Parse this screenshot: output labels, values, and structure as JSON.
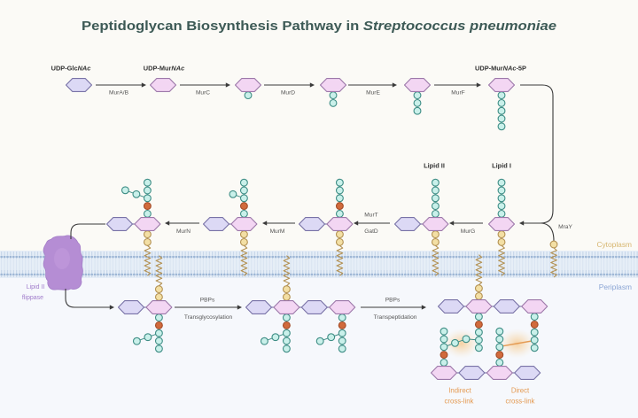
{
  "title": {
    "prefix": "Peptidoglycan Biosynthesis Pathway in ",
    "organism": "Streptococcus pneumoniae"
  },
  "compartments": {
    "cytoplasm": "Cytoplasm",
    "periplasm": "Periplasm"
  },
  "molecules": {
    "udp_glcnac": {
      "prefix": "UDP-Glc",
      "italic": "NAc",
      "suffix": ""
    },
    "udp_murnac": {
      "prefix": "UDP-Mur",
      "italic": "NAc",
      "suffix": ""
    },
    "udp_murnac_5p": {
      "prefix": "UDP-Mur",
      "italic": "NAc",
      "suffix": "-5P"
    },
    "lipid_ii": "Lipid II",
    "lipid_i": "Lipid I"
  },
  "enzymes": {
    "mura_b": "MurA/B",
    "murc": "MurC",
    "murd": "MurD",
    "mure": "MurE",
    "murf": "MurF",
    "mray": "MraY",
    "murg": "MurG",
    "murt": "MurT",
    "gatd": "GatD",
    "murm": "MurM",
    "murn": "MurN",
    "pbps_glycosylation": "PBPs",
    "transglycosylation": "Transglycosylation",
    "pbps_peptidation": "PBPs",
    "transpeptidation": "Transpeptidation"
  },
  "transporter": {
    "line1": "Lipid II",
    "line2": "flippase"
  },
  "crosslinks": {
    "indirect": {
      "line1": "Indirect",
      "line2": "cross-link"
    },
    "direct": {
      "line1": "Direct",
      "line2": "cross-link"
    }
  },
  "colors": {
    "title": "#3d5a56",
    "glcnac_fill": "#dcd9f5",
    "glcnac_stroke": "#7872a6",
    "murnac_fill": "#f3d6f3",
    "murnac_stroke": "#9c78a9",
    "amino_fill": "#c9f0ea",
    "amino_stroke": "#3e8d85",
    "glu_fill": "#d16a3c",
    "glu_stroke": "#a34b27",
    "lipid_fill": "#f3dfa4",
    "lipid_stroke": "#b39152",
    "flippase": "#b58dd4",
    "crosslink": "#e49a52",
    "arrow": "#3a3a3a",
    "cytoplasm_label": "#d7b66f",
    "periplasm_label": "#8ba5d4"
  },
  "structures": [
    {
      "id": "udp-glcnac",
      "strands": [
        {
          "sugars": "G",
          "peptides": []
        }
      ]
    },
    {
      "id": "udp-murnac",
      "strands": [
        {
          "sugars": "M",
          "peptides": []
        }
      ]
    },
    {
      "id": "udp-murnac-1p",
      "strands": [
        {
          "sugars": "M",
          "peptides": [
            {
              "sugar": 0,
              "residues": "a"
            }
          ]
        }
      ]
    },
    {
      "id": "udp-murnac-2p",
      "strands": [
        {
          "sugars": "M",
          "peptides": [
            {
              "sugar": 0,
              "residues": "aa"
            }
          ]
        }
      ]
    },
    {
      "id": "udp-murnac-3p",
      "strands": [
        {
          "sugars": "M",
          "peptides": [
            {
              "sugar": 0,
              "residues": "aaa"
            }
          ]
        }
      ]
    },
    {
      "id": "udp-murnac-5p",
      "strands": [
        {
          "sugars": "M",
          "peptides": [
            {
              "sugar": 0,
              "residues": "aaaaa"
            }
          ]
        }
      ]
    },
    {
      "id": "lipid-i",
      "strands": [
        {
          "sugars": "M",
          "lipid": 0,
          "peptides": [
            {
              "sugar": 0,
              "residues": "aaaaa"
            }
          ]
        }
      ]
    },
    {
      "id": "lipid-ii",
      "strands": [
        {
          "sugars": "GM",
          "lipid": 1,
          "peptides": [
            {
              "sugar": 1,
              "residues": "aaaaa"
            }
          ]
        }
      ]
    },
    {
      "id": "lipid-ii-amidated",
      "strands": [
        {
          "sugars": "GM",
          "lipid": 1,
          "peptides": [
            {
              "sugar": 1,
              "residues": "aqaaa"
            }
          ]
        }
      ]
    },
    {
      "id": "lipid-ii-bridge-1",
      "strands": [
        {
          "sugars": "GM",
          "lipid": 1,
          "peptides": [
            {
              "sugar": 1,
              "residues": "aqaaa",
              "bridge": 1
            }
          ]
        }
      ]
    },
    {
      "id": "lipid-ii-bridge-2",
      "strands": [
        {
          "sugars": "GM",
          "lipid": 1,
          "peptides": [
            {
              "sugar": 1,
              "residues": "aqaaa",
              "bridge": 2
            }
          ]
        }
      ]
    },
    {
      "id": "periplasmic-lipid-ii",
      "strands": [
        {
          "sugars": "GM",
          "lipid": 1,
          "peptides": [
            {
              "sugar": 1,
              "residues": "aqaaa",
              "bridge": 2
            }
          ]
        }
      ]
    },
    {
      "id": "glycan-chain",
      "strands": [
        {
          "sugars": "GMGM",
          "lipid": 1,
          "peptides": [
            {
              "sugar": 1,
              "residues": "aqaaa",
              "bridge": 2
            },
            {
              "sugar": 3,
              "residues": "aqaaa",
              "bridge": 2
            }
          ]
        }
      ]
    },
    {
      "id": "cross-linked-peptidoglycan",
      "strands": [
        {
          "sugars": "GMGM",
          "lipid": 1,
          "peptides": [
            {
              "sugar": 1,
              "residues": "aqaaa"
            },
            {
              "sugar": 3,
              "residues": "aqaaa"
            }
          ]
        },
        {
          "sugars": "MGMG",
          "peptides": [
            {
              "sugar": 0,
              "residues": "aqaaa",
              "bridge": 2
            },
            {
              "sugar": 2,
              "residues": "aqaaa"
            }
          ]
        }
      ],
      "crosslinks": [
        {
          "type": "indirect",
          "from_strand": 1,
          "from_peptide": 0,
          "to_strand": 0,
          "to_peptide": 0
        },
        {
          "type": "direct",
          "from_strand": 1,
          "from_peptide": 1,
          "to_strand": 0,
          "to_peptide": 1
        }
      ]
    }
  ]
}
